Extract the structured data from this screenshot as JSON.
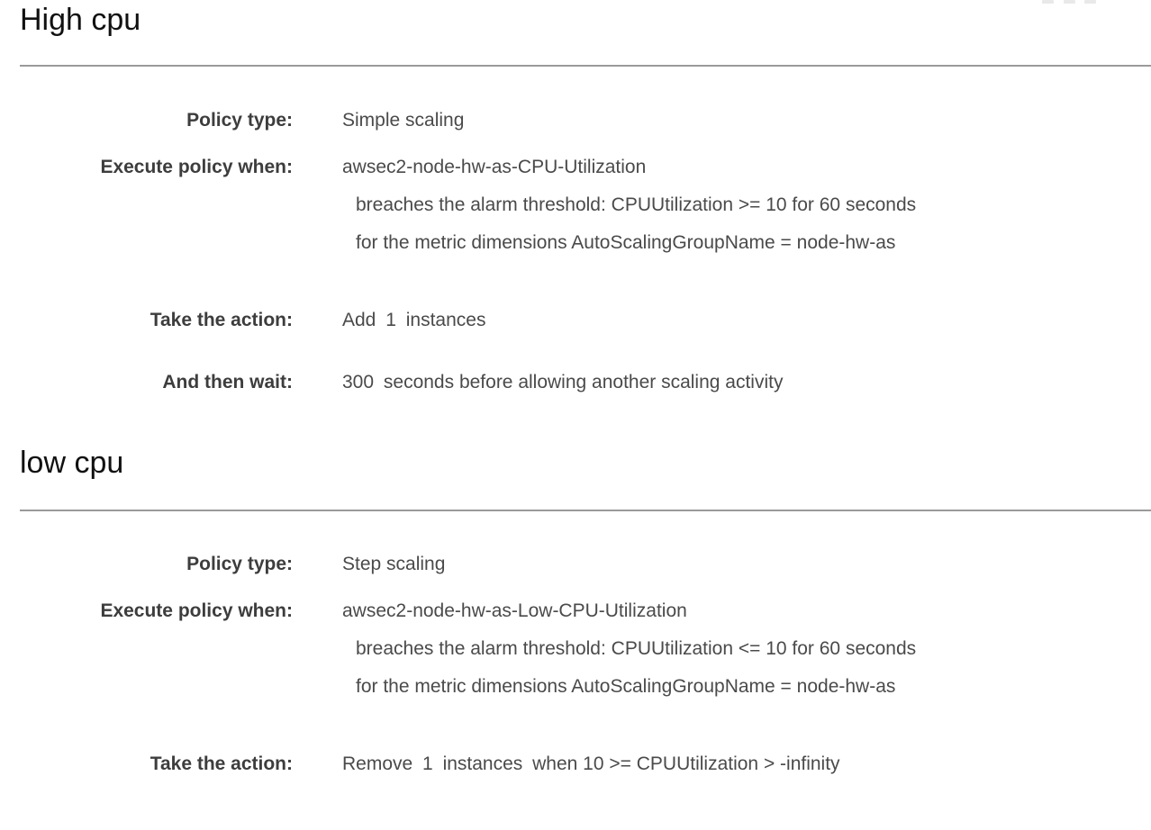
{
  "overflow_menu": {
    "name": "more-options",
    "dots": 3
  },
  "colors": {
    "heading": "#111111",
    "label": "#3d3d3d",
    "value": "#4a4a4a",
    "rule": "#9a9a9a",
    "background": "#ffffff"
  },
  "labels": {
    "policy_type": "Policy type:",
    "execute_policy_when": "Execute policy when:",
    "take_the_action": "Take the action:",
    "and_then_wait": "And then wait:"
  },
  "sections": [
    {
      "id": "high-cpu",
      "title": "High cpu",
      "policy_type": "Simple scaling",
      "execute_policy_when": {
        "alarm_name": "awsec2-node-hw-as-CPU-Utilization",
        "threshold_line": "breaches the alarm threshold: CPUUtilization >= 10 for 60 seconds",
        "dimensions_line": "for the metric dimensions AutoScalingGroupName = node-hw-as"
      },
      "take_the_action": {
        "operation": "Add",
        "amount": "1",
        "unit": "instances",
        "full": "Add 1 instances"
      },
      "and_then_wait": {
        "seconds": "300",
        "suffix": "seconds before allowing another scaling activity",
        "full": "300 seconds before allowing another scaling activity"
      }
    },
    {
      "id": "low-cpu",
      "title": "low cpu",
      "policy_type": "Step scaling",
      "execute_policy_when": {
        "alarm_name": "awsec2-node-hw-as-Low-CPU-Utilization",
        "threshold_line": "breaches the alarm threshold: CPUUtilization <= 10 for 60 seconds",
        "dimensions_line": "for the metric dimensions AutoScalingGroupName = node-hw-as"
      },
      "take_the_action": {
        "operation": "Remove",
        "amount": "1",
        "unit": "instances",
        "condition": "when 10 >= CPUUtilization > -infinity",
        "full": "Remove 1 instances when 10 >= CPUUtilization > -infinity"
      }
    }
  ]
}
